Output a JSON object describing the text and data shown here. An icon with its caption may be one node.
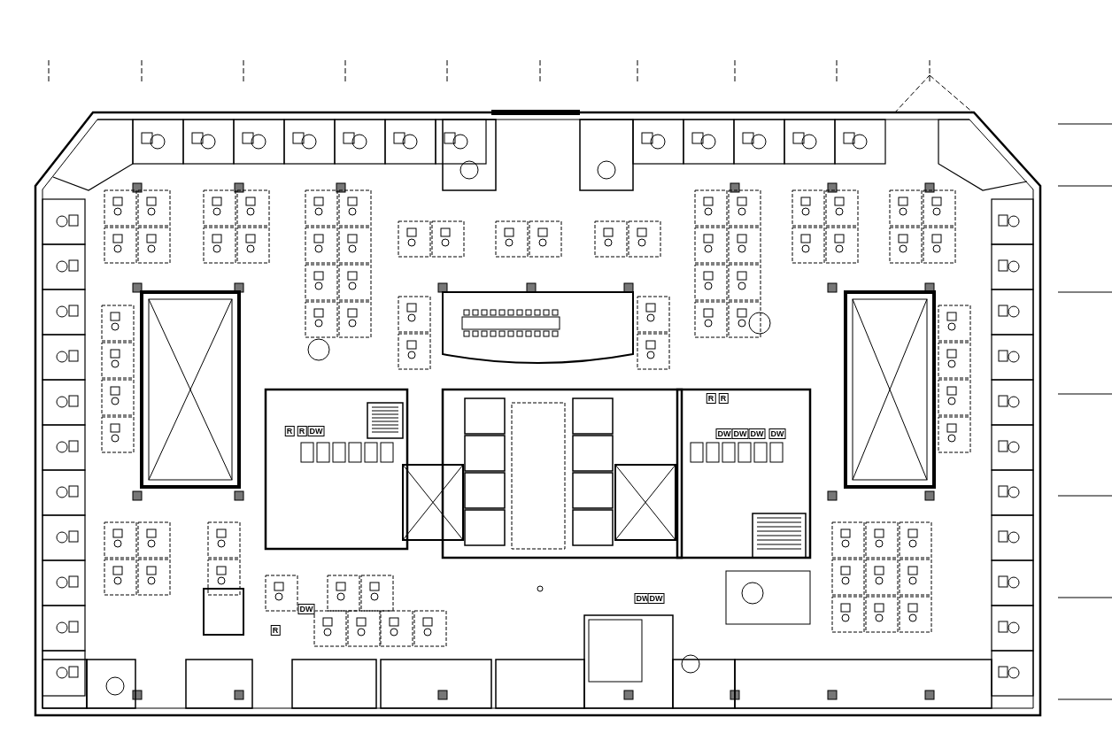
{
  "diagram": {
    "labels": [
      "R",
      "R",
      "DW",
      "R",
      "R",
      "DW",
      "DW",
      "DW",
      "DW",
      "DW",
      "R",
      "DW",
      "DW"
    ]
  }
}
